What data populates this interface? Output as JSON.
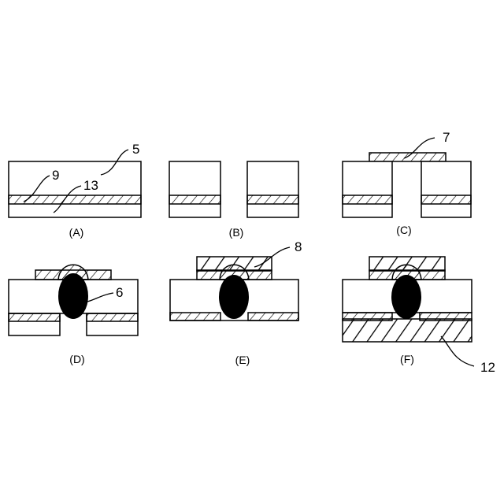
{
  "panels": {
    "A": "(A)",
    "B": "(B)",
    "C": "(C)",
    "D": "(D)",
    "E": "(E)",
    "F": "(F)"
  },
  "callouts": {
    "n5": "5",
    "n9": "9",
    "n13": "13",
    "n7": "7",
    "n6": "6",
    "n8": "8",
    "n12": "12"
  }
}
